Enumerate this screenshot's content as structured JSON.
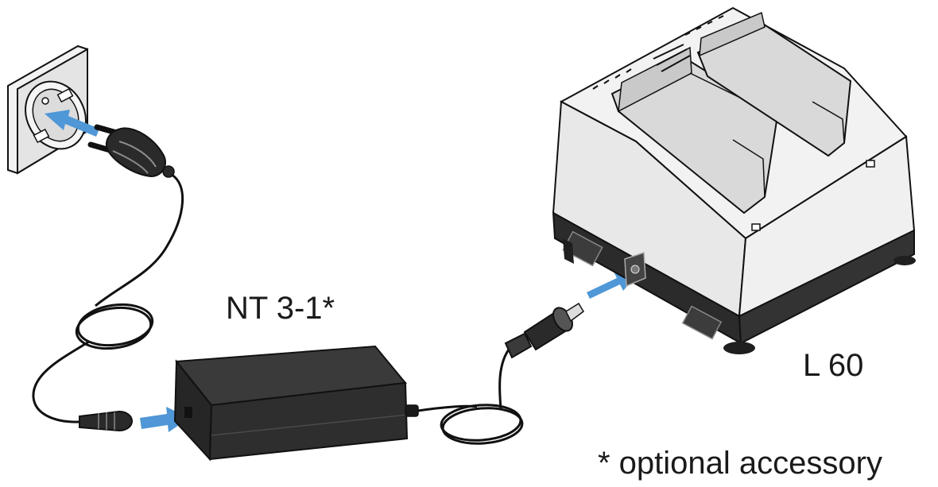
{
  "labels": {
    "power_supply": "NT 3-1*",
    "charger": "L 60",
    "footnote": "* optional accessory"
  },
  "colors": {
    "arrow": "#4f97d6",
    "charger_body": "#eeeeee",
    "charger_base": "#2b2b2b",
    "power_supply": "#2e2e2e",
    "outline": "#111111",
    "socket_plate": "#e4e4e4"
  },
  "icons": {
    "wall_socket": "wall-socket-icon",
    "mains_plug": "mains-plug-icon",
    "dc_plug": "dc-connector-icon"
  }
}
